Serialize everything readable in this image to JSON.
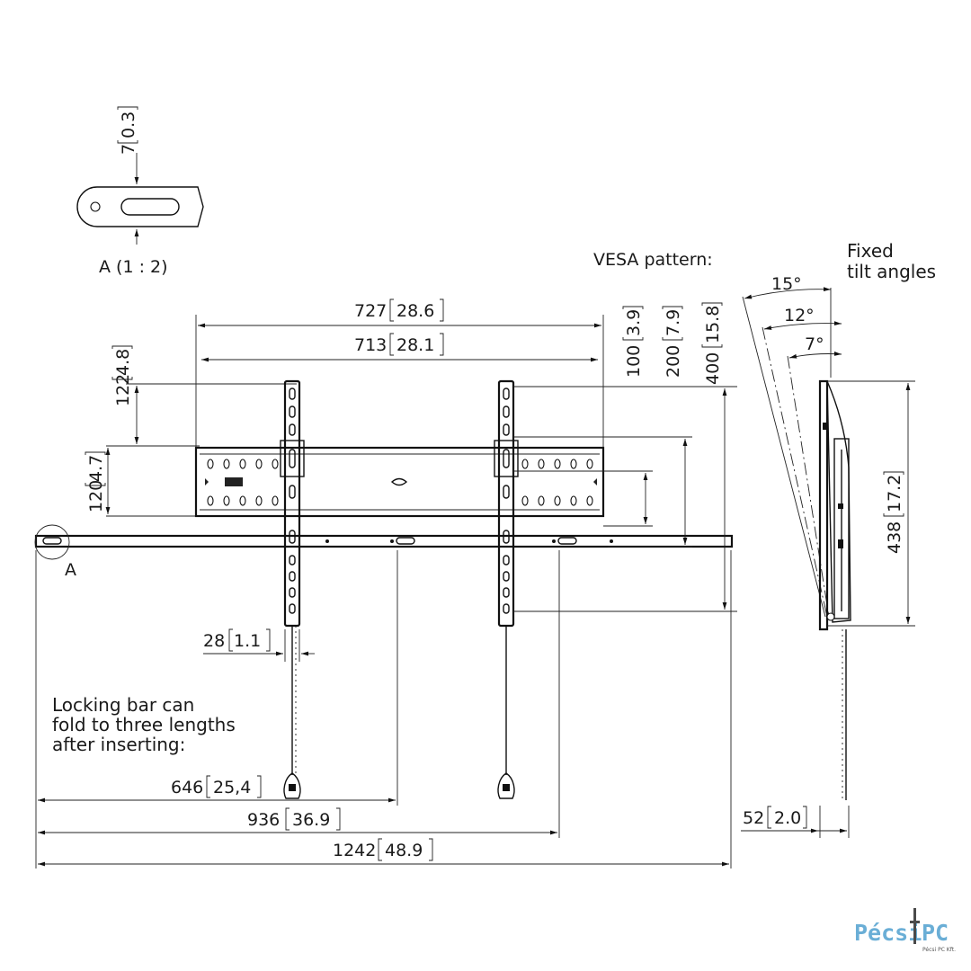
{
  "detail": {
    "label": "A (1 : 2)",
    "thickness_value": "7",
    "thickness_inch": "0.3",
    "callout_letter": "A"
  },
  "vesa": {
    "heading": "VESA pattern:",
    "dim_100": "100",
    "dim_100_inch": "3.9",
    "dim_200": "200",
    "dim_200_inch": "7.9",
    "dim_400": "400",
    "dim_400_inch": "15.8"
  },
  "tilt": {
    "heading_line1": "Fixed",
    "heading_line2": "tilt angles",
    "angle_1": "15°",
    "angle_2": "12°",
    "angle_3": "7°"
  },
  "front": {
    "width_outer": "727",
    "width_outer_inch": "28.6",
    "width_inner": "713",
    "width_inner_inch": "28.1",
    "top_offset": "122",
    "top_offset_inch": "4.8",
    "plate_height": "120",
    "plate_height_inch": "4.7",
    "arm_width": "28",
    "arm_width_inch": "1.1"
  },
  "locking_bar": {
    "note_line1": "Locking bar can",
    "note_line2": "fold to three lengths",
    "note_line3": "after inserting:",
    "len_1": "646",
    "len_1_inch": "25,4",
    "len_2": "936",
    "len_2_inch": "36.9",
    "len_3": "1242",
    "len_3_inch": "48.9"
  },
  "side": {
    "height": "438",
    "height_inch": "17.2",
    "depth": "52",
    "depth_inch": "2.0"
  },
  "brand": {
    "name_part1": "Pécsi",
    "name_part2": "PC",
    "tagline": "Pécsi PC Kft.",
    "color": "#6aaed6"
  }
}
